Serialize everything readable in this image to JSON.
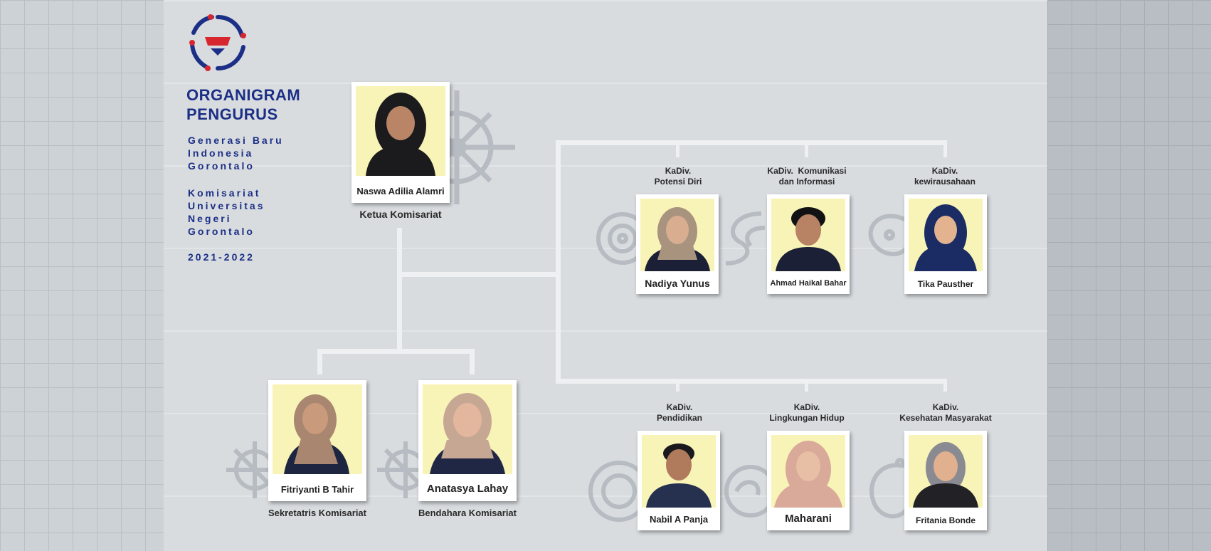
{
  "header": {
    "title_line1": "ORGANIGRAM",
    "title_line2": "PENGURUS",
    "org_name": "Generasi Baru\nIndonesia\nGorontalo",
    "commissariat": "Komisariat\nUniversitas\nNegeri\nGorontalo",
    "period": "2021-2022"
  },
  "colors": {
    "brand": "#1c2f86",
    "accent": "#d8262e",
    "photo_bg": "#f8f3b6",
    "connector": "#eef0f1"
  },
  "ketua": {
    "name": "Naswa Adilia Alamri",
    "role": "Ketua Komisariat"
  },
  "sekretaris": {
    "name": "Fitriyanti B Tahir",
    "role": "Sekretatris Komisariat"
  },
  "bendahara": {
    "name": "Anatasya Lahay",
    "role": "Bendahara Komisariat"
  },
  "divisions_top": [
    {
      "label_line1": "KaDiv.",
      "label_line2": "Potensi Diri",
      "name": "Nadiya Yunus"
    },
    {
      "label_line1": "KaDiv.  Komunikasi",
      "label_line2": "dan Informasi",
      "name": "Ahmad Haikal Bahar"
    },
    {
      "label_line1": "KaDiv.",
      "label_line2": "kewirausahaan",
      "name": "Tika Pausther"
    }
  ],
  "divisions_bottom": [
    {
      "label_line1": "KaDiv.",
      "label_line2": "Pendidikan",
      "name": "Nabil A Panja"
    },
    {
      "label_line1": "KaDiv.",
      "label_line2": "Lingkungan Hidup",
      "name": "Maharani"
    },
    {
      "label_line1": "KaDiv.",
      "label_line2": "Kesehatan Masyarakat",
      "name": "Fritania Bonde"
    }
  ]
}
